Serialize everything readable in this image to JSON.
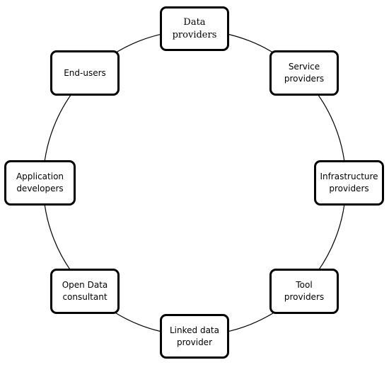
{
  "diagram": {
    "nodes": [
      {
        "id": "data-providers",
        "label": "Data\nproviders"
      },
      {
        "id": "service-providers",
        "label": "Service\nproviders"
      },
      {
        "id": "infrastructure-providers",
        "label": "Infrastructure\nproviders"
      },
      {
        "id": "tool-providers",
        "label": "Tool\nproviders"
      },
      {
        "id": "linked-data-provider",
        "label": "Linked data\nprovider"
      },
      {
        "id": "open-data-consultant",
        "label": "Open Data\nconsultant"
      },
      {
        "id": "application-developers",
        "label": "Application\ndevelopers"
      },
      {
        "id": "end-users",
        "label": "End-users"
      }
    ],
    "colors": {
      "stroke": "#000000",
      "background": "#ffffff"
    }
  }
}
